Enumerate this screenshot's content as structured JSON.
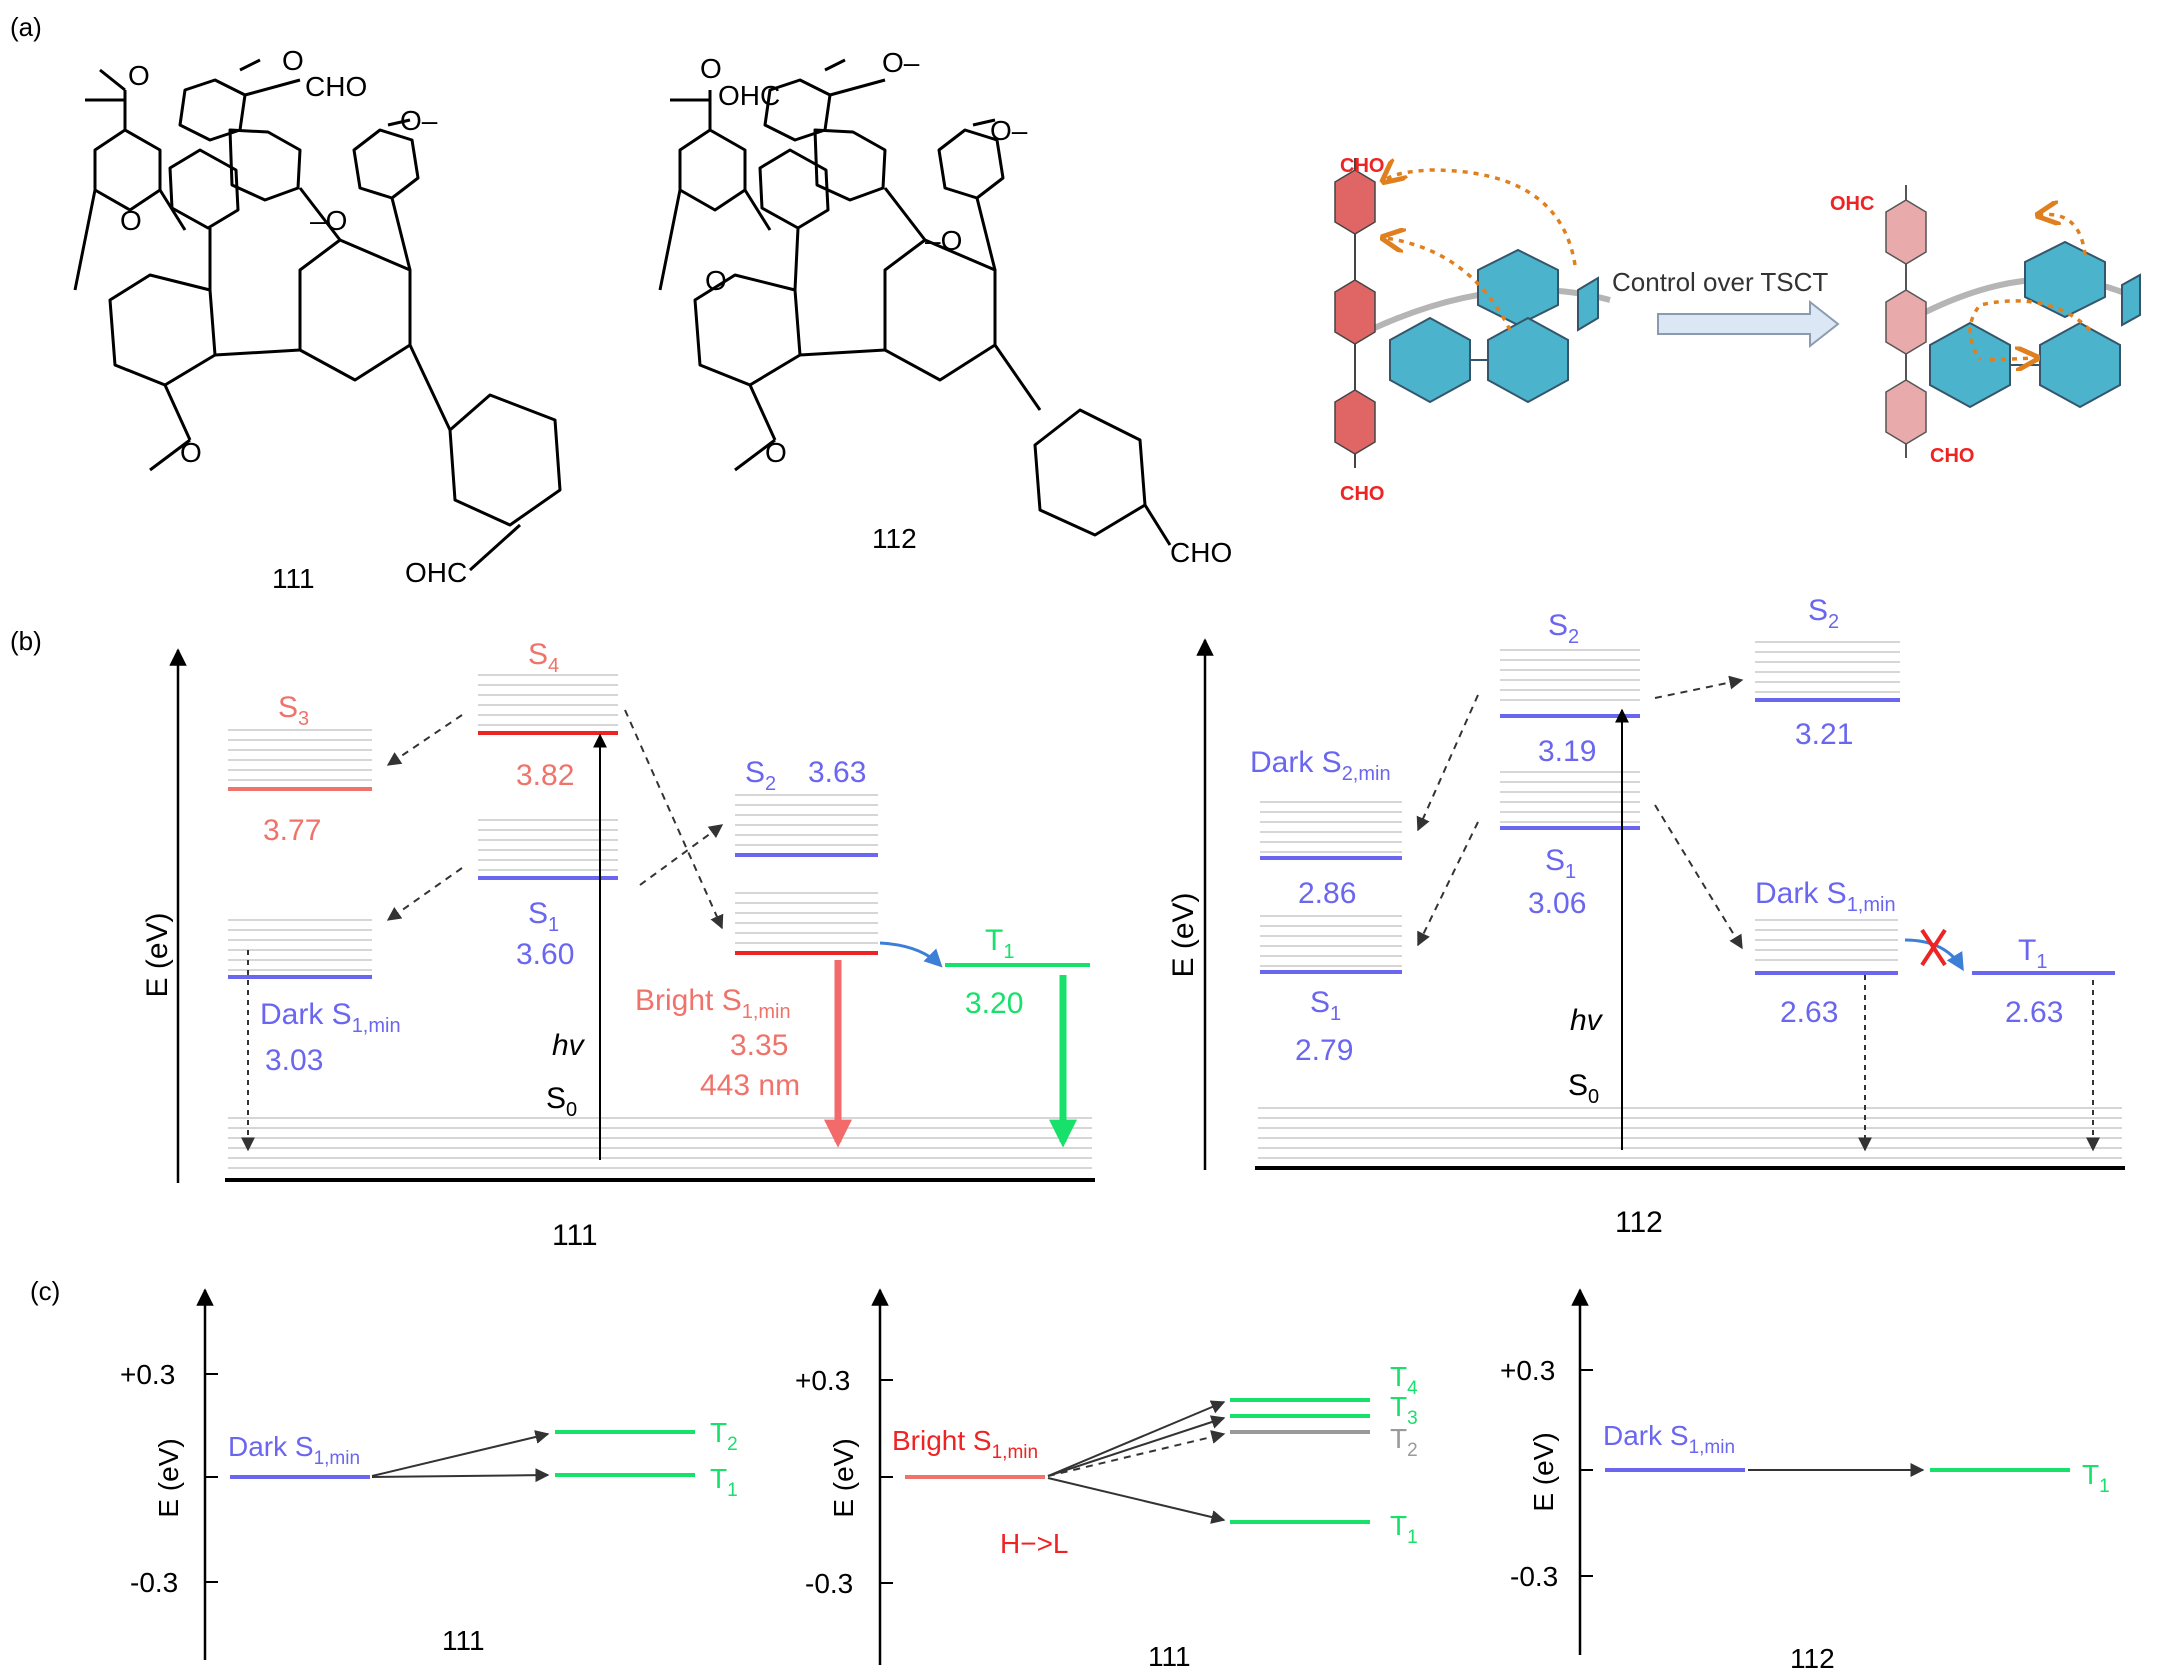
{
  "panels": {
    "a": "(a)",
    "b": "(b)",
    "c": "(c)"
  },
  "colors": {
    "red": "#ee2424",
    "salmon": "#f0736b",
    "blue": "#6a66f0",
    "green": "#17e06b",
    "gray": "#9a9a9a",
    "black": "#000000",
    "teal": "#4bb3cc",
    "pink": "#e07a7a",
    "orange": "#e07f1e"
  },
  "a": {
    "mol111": {
      "label": "111",
      "groups": {
        "cho_top": "CHO",
        "ohc_bottom": "OHC"
      }
    },
    "mol112": {
      "label": "112",
      "groups": {
        "ohc_top": "OHC",
        "cho_bottom": "CHO"
      }
    },
    "methoxy": {
      "o_dash": "O–",
      "dash_o": "–O",
      "o": "O"
    },
    "scheme": {
      "arrow_text": "Control over TSCT",
      "cho": "CHO",
      "ohc": "OHC"
    }
  },
  "b": {
    "axis_label": "E (eV)",
    "d111": {
      "label": "111",
      "s3": {
        "name": "S",
        "sub": "3",
        "value": "3.77"
      },
      "s4": {
        "name": "S",
        "sub": "4",
        "value": "3.82"
      },
      "s2": {
        "name": "S",
        "sub": "2",
        "value": "3.63"
      },
      "s1": {
        "name": "S",
        "sub": "1",
        "value": "3.60"
      },
      "dark": {
        "name": "Dark S",
        "sub": "1,min",
        "value": "3.03"
      },
      "bright": {
        "name": "Bright S",
        "sub": "1,min",
        "value": "3.35",
        "wavelength": "443 nm"
      },
      "t1": {
        "name": "T",
        "sub": "1",
        "value": "3.20"
      },
      "hv": "hv",
      "s0": {
        "name": "S",
        "sub": "0"
      }
    },
    "d112": {
      "label": "112",
      "s2": {
        "name": "S",
        "sub": "2",
        "value": "3.19"
      },
      "s2r": {
        "name": "S",
        "sub": "2",
        "value": "3.21"
      },
      "s1": {
        "name": "S",
        "sub": "1",
        "value": "3.06"
      },
      "dark_s2": {
        "name": "Dark S",
        "sub": "2,min",
        "value": "2.86"
      },
      "s1l": {
        "name": "S",
        "sub": "1",
        "value": "2.79"
      },
      "dark_s1": {
        "name": "Dark S",
        "sub": "1,min",
        "value": "2.63"
      },
      "t1": {
        "name": "T",
        "sub": "1",
        "value": "2.63"
      },
      "hv": "hv",
      "s0": {
        "name": "S",
        "sub": "0"
      }
    }
  },
  "c": {
    "axis_label": "E (eV)",
    "ticks": [
      "+0.3",
      "-0.3"
    ],
    "c1": {
      "label": "111",
      "state": {
        "name": "Dark S",
        "sub": "1,min"
      },
      "t2": {
        "name": "T",
        "sub": "2"
      },
      "t1": {
        "name": "T",
        "sub": "1"
      }
    },
    "c2": {
      "label": "111",
      "state": {
        "name": "Bright S",
        "sub": "1,min"
      },
      "t4": {
        "name": "T",
        "sub": "4"
      },
      "t3": {
        "name": "T",
        "sub": "3"
      },
      "t2": {
        "name": "T",
        "sub": "2"
      },
      "t1": {
        "name": "T",
        "sub": "1"
      },
      "transition": "H−>L"
    },
    "c3": {
      "label": "112",
      "state": {
        "name": "Dark S",
        "sub": "1,min"
      },
      "t1": {
        "name": "T",
        "sub": "1"
      }
    }
  }
}
